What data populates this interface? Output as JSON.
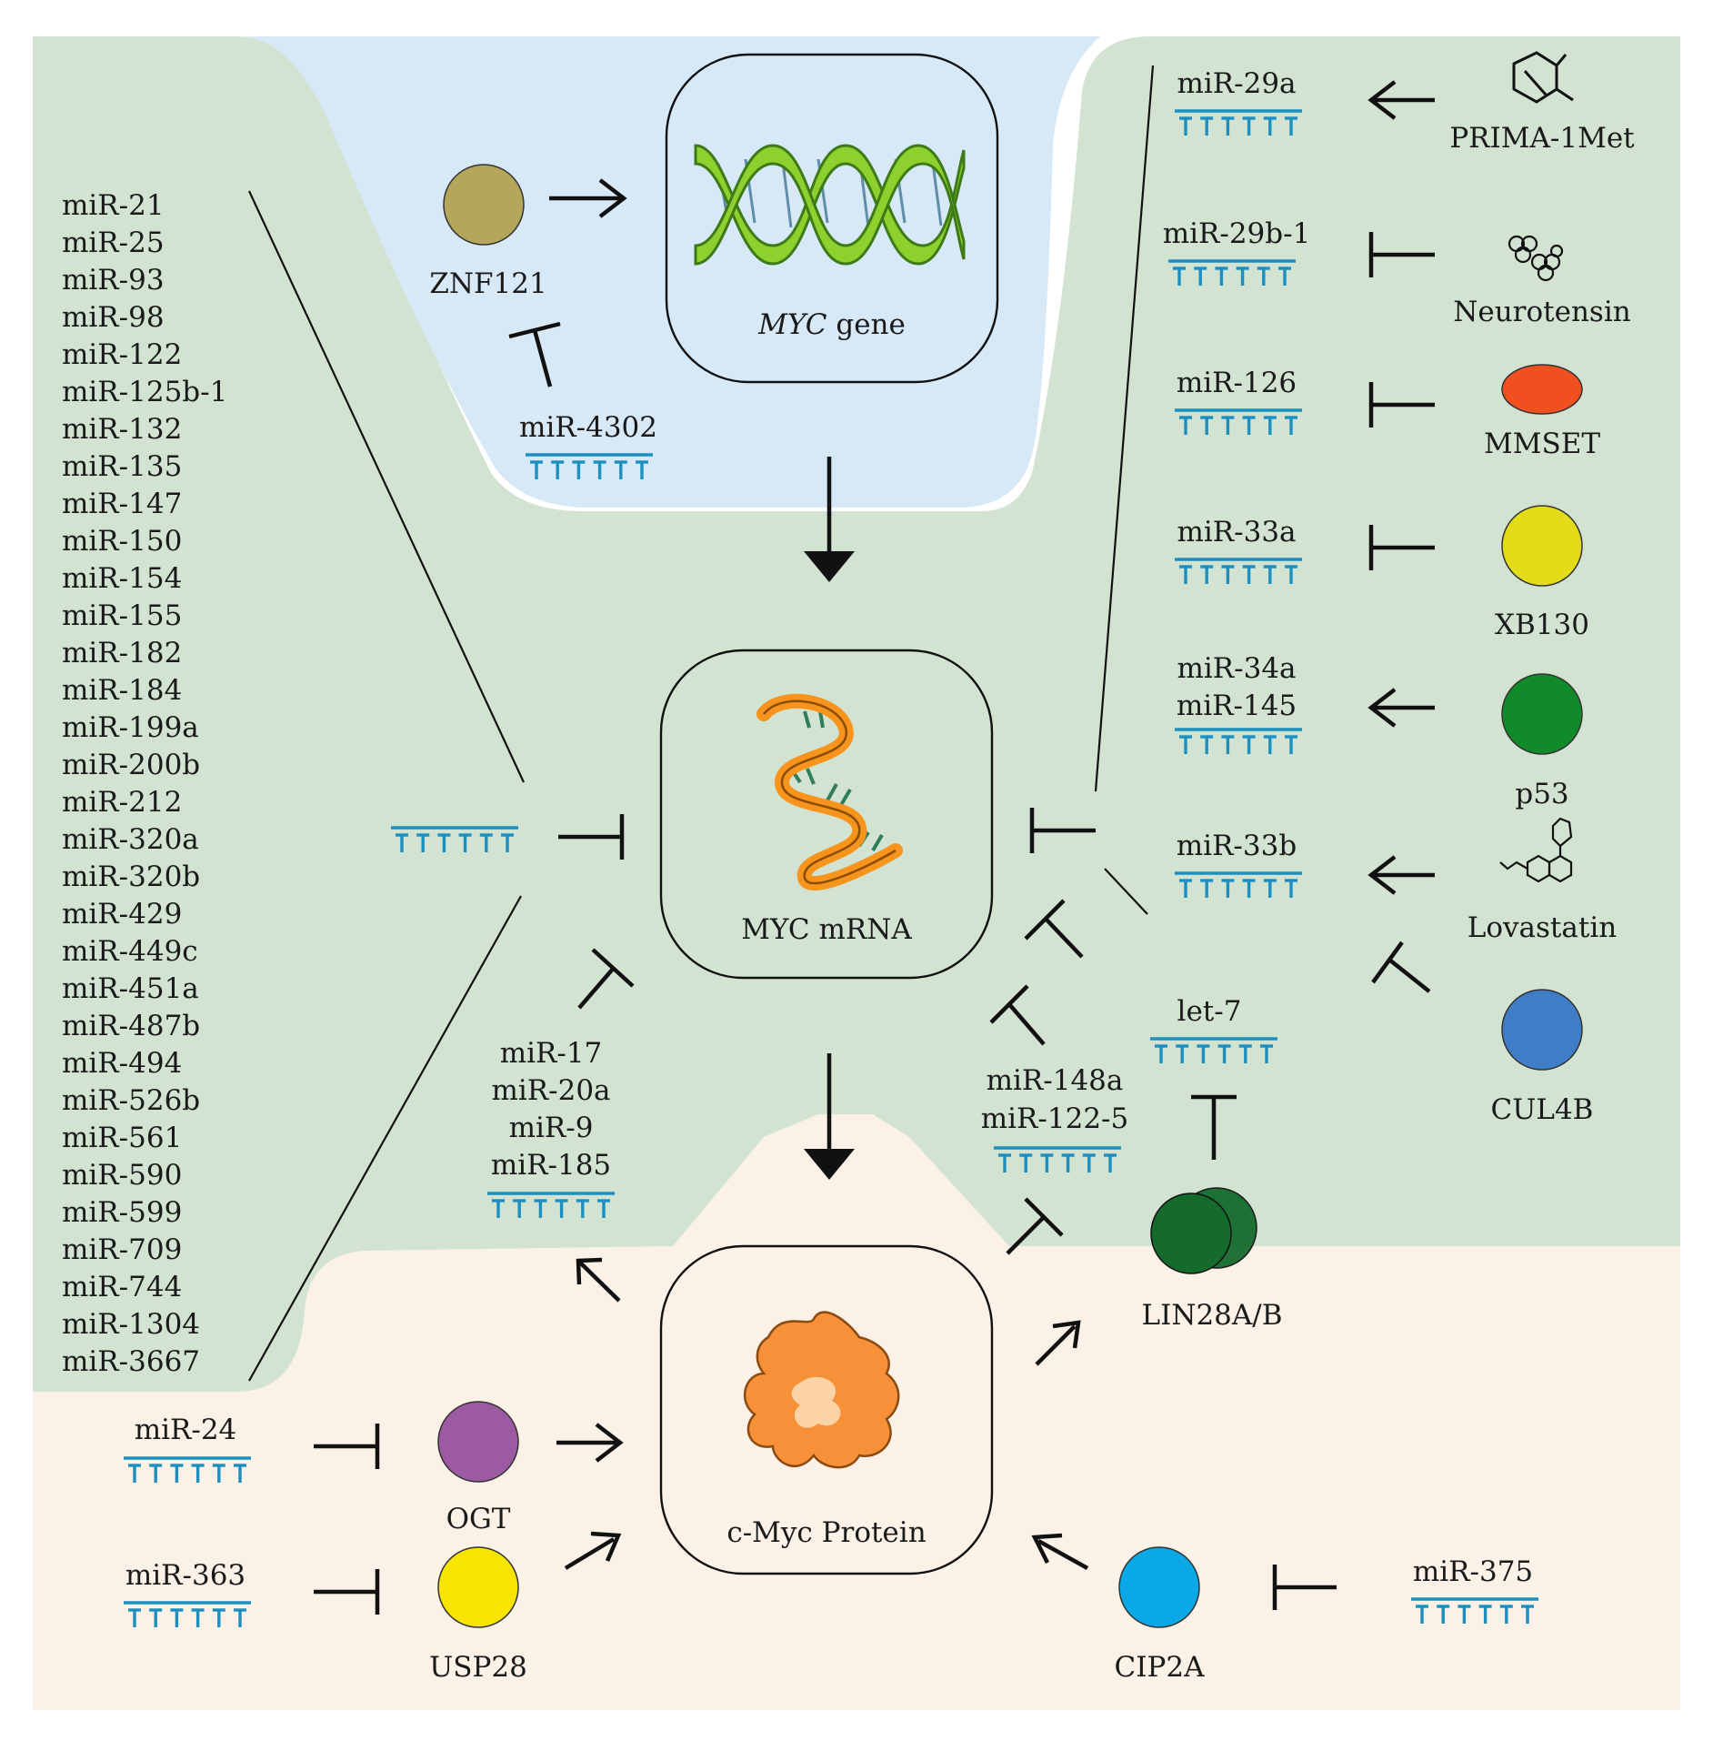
{
  "colors": {
    "green_region": "#d2e3d2",
    "blue_region": "#d7e8f7",
    "peach_region": "#fbf1e6",
    "mirna": "#1a8fc0",
    "znf121": "#b5a759",
    "mmset": "#f0501f",
    "xb130": "#e3dc18",
    "p53": "#118a2a",
    "cul4b": "#3f7ec6",
    "lin28": "#146b2c",
    "ogt": "#9c5aa3",
    "usp28": "#f7e500",
    "cip2a": "#0aa8e6",
    "dna": "#8ed12f",
    "mrna": "#f7941d",
    "protein": "#f6913a"
  },
  "nodes": {
    "myc_gene": {
      "prefix": "MYC",
      "suffix": " gene"
    },
    "myc_mrna": "MYC mRNA",
    "myc_protein": "c-Myc Protein",
    "znf121": "ZNF121",
    "prima": "PRIMA-1Met",
    "neurotensin": "Neurotensin",
    "mmset": "MMSET",
    "xb130": "XB130",
    "p53": "p53",
    "lovastatin": "Lovastatin",
    "cul4b": "CUL4B",
    "lin28": "LIN28A/B",
    "ogt": "OGT",
    "usp28": "USP28",
    "cip2a": "CIP2A"
  },
  "mirnas": {
    "left_list": [
      "miR-21",
      "miR-25",
      "miR-93",
      "miR-98",
      "miR-122",
      "miR-125b-1",
      "miR-132",
      "miR-135",
      "miR-147",
      "miR-150",
      "miR-154",
      "miR-155",
      "miR-182",
      "miR-184",
      "miR-199a",
      "miR-200b",
      "miR-212",
      "miR-320a",
      "miR-320b",
      "miR-429",
      "miR-449c",
      "miR-451a",
      "miR-487b",
      "miR-494",
      "miR-526b",
      "miR-561",
      "miR-590",
      "miR-599",
      "miR-709",
      "miR-744",
      "miR-1304",
      "miR-3667"
    ],
    "mir4302": "miR-4302",
    "mir29a": "miR-29a",
    "mir29b1": "miR-29b-1",
    "mir126": "miR-126",
    "mir33a": "miR-33a",
    "mir34a_145": [
      "miR-34a",
      "miR-145"
    ],
    "mir33b": "miR-33b",
    "let7": "let-7",
    "mir148_122": [
      "miR-148a",
      "miR-122-5"
    ],
    "mir17_group": [
      "miR-17",
      "miR-20a",
      "miR-9",
      "miR-185"
    ],
    "mir24": "miR-24",
    "mir363": "miR-363",
    "mir375": "miR-375"
  }
}
